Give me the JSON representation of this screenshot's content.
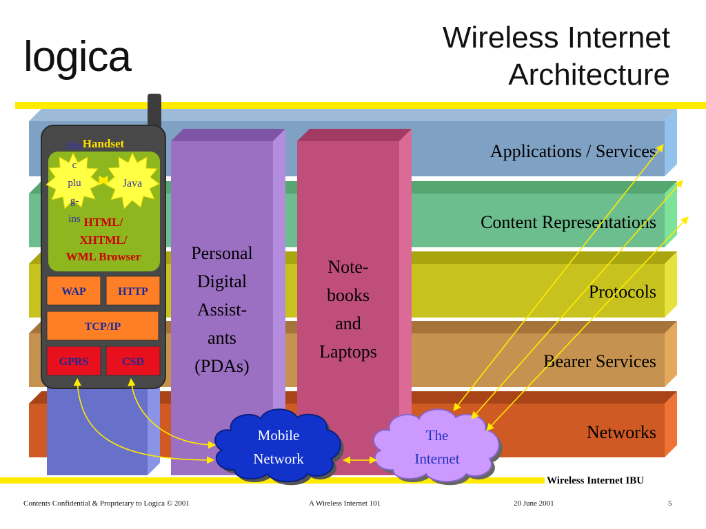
{
  "slide": {
    "logo": "logica",
    "title_line1": "Wireless Internet",
    "title_line2": "Architecture",
    "footer_ibu": "Wireless Internet IBU",
    "footer_left": "Contents Confidential & Proprietary to Logica © 2001",
    "footer_center": "A Wireless Internet 101",
    "footer_date": "20 June 2001",
    "page_number": "5"
  },
  "colors": {
    "accent_yellow": "#FFEB00",
    "applications": "#7FA1C3",
    "content": "#6DBE8E",
    "protocols": "#C8C21E",
    "bearer": "#C6924F",
    "networks": "#CF5A23",
    "handset_body": "#484848",
    "handset_screen": "#8DB61F",
    "pda_column": "#9B6FC1",
    "notebook_column": "#C04E7B",
    "orange_box": "#FF7F27",
    "red_box": "#E8101C",
    "mobile_cloud": "#1133CC",
    "internet_cloud": "#CC99FF"
  },
  "layers": [
    {
      "label": "Applications / Services"
    },
    {
      "label": "Content Representations"
    },
    {
      "label": "Protocols"
    },
    {
      "label": "Bearer Services"
    },
    {
      "label": "Networks"
    }
  ],
  "handset": {
    "title": "Handset",
    "misc_plugins": [
      "Mis",
      "c",
      "plu",
      "g-",
      "ins"
    ],
    "java": "Java",
    "browser": [
      "HTML/",
      "XHTML/",
      "WML Browser"
    ],
    "wap": "WAP",
    "http": "HTTP",
    "tcpip": "TCP/IP",
    "gprs": "GPRS",
    "csd": "CSD"
  },
  "pda": {
    "lines": [
      "Personal",
      "Digital",
      "Assist-",
      "ants",
      "(PDAs)"
    ]
  },
  "notebooks": {
    "lines": [
      "Note-",
      "books",
      "and",
      "Laptops"
    ]
  },
  "clouds": {
    "mobile": [
      "Mobile",
      "Network"
    ],
    "internet": [
      "The",
      "Internet"
    ]
  }
}
